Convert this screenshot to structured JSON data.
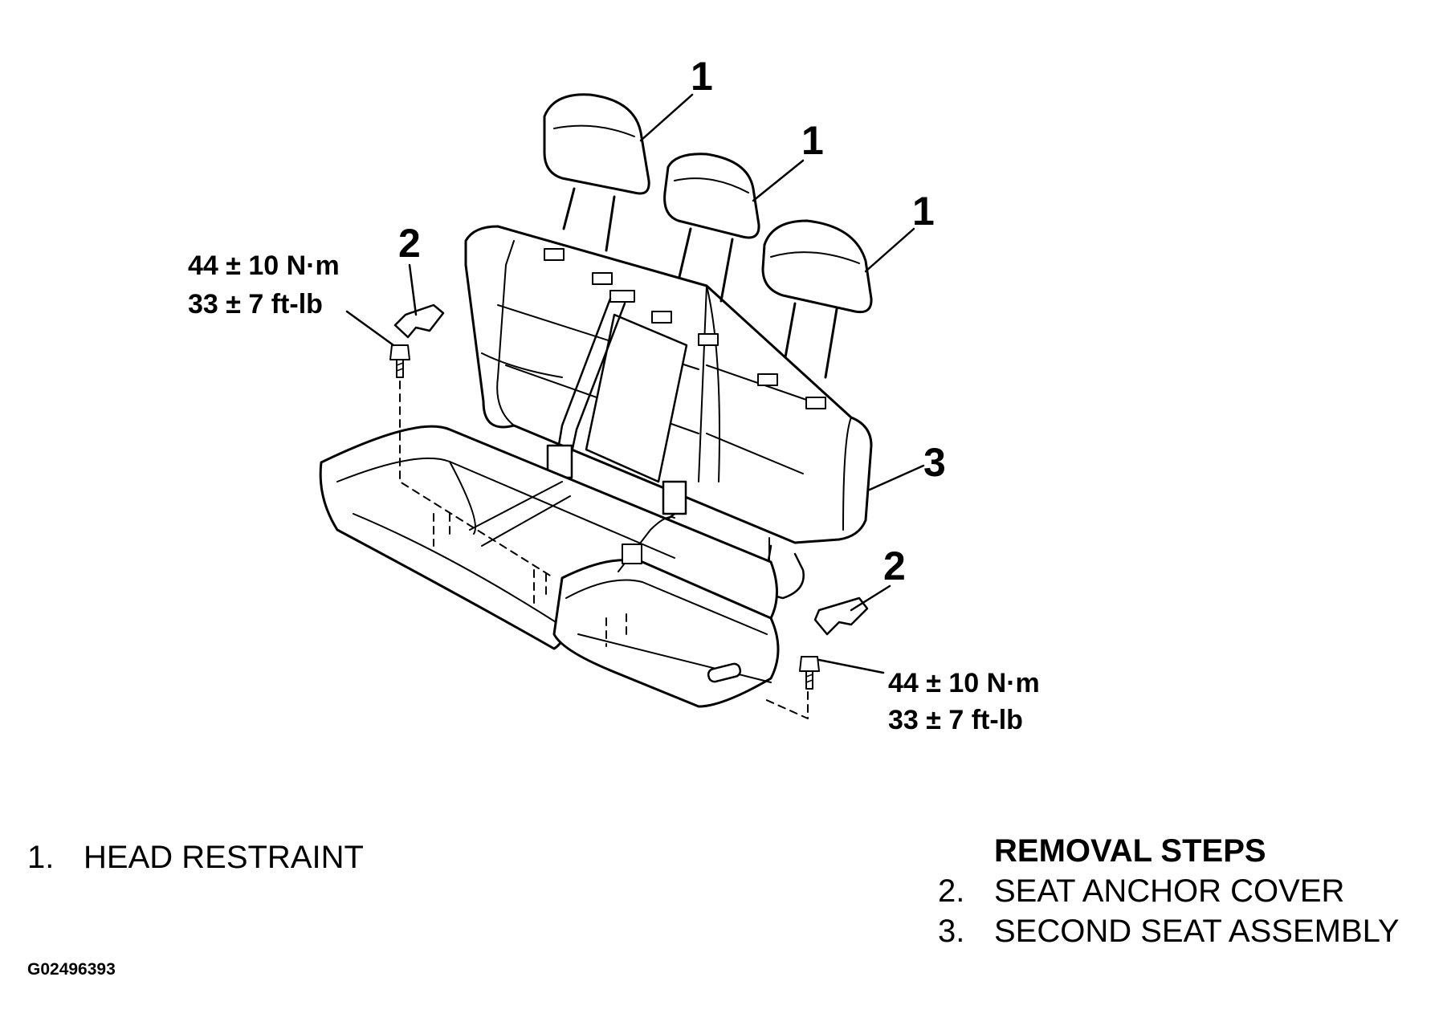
{
  "diagram": {
    "callouts": [
      {
        "id": "head-restraint-1-left",
        "label": "1"
      },
      {
        "id": "head-restraint-1-center",
        "label": "1"
      },
      {
        "id": "head-restraint-1-right",
        "label": "1"
      },
      {
        "id": "anchor-cover-2-left",
        "label": "2"
      },
      {
        "id": "anchor-cover-2-right",
        "label": "2"
      },
      {
        "id": "seat-assembly-3",
        "label": "3"
      }
    ],
    "torque_left": {
      "metric": "44 ± 10 N·m",
      "imperial": "33 ± 7 ft-lb"
    },
    "torque_right": {
      "metric": "44 ± 10 N·m",
      "imperial": "33 ± 7 ft-lb"
    }
  },
  "legend": {
    "item1": {
      "num": "1.",
      "text": "HEAD RESTRAINT"
    },
    "removal_title": "REMOVAL STEPS",
    "steps": [
      {
        "num": "2.",
        "text": "SEAT ANCHOR COVER"
      },
      {
        "num": "3.",
        "text": "SECOND SEAT ASSEMBLY"
      }
    ]
  },
  "figure_id": "G02496393"
}
